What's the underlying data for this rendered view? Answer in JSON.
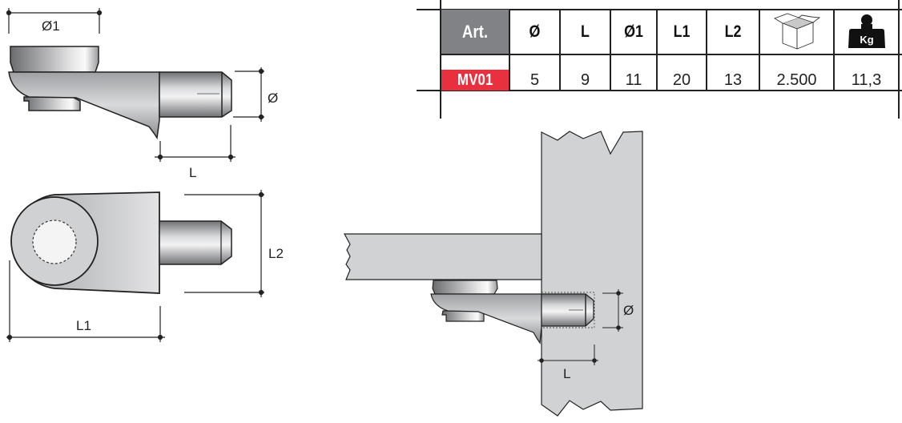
{
  "table": {
    "headers": [
      {
        "key": "art",
        "label": "Art."
      },
      {
        "key": "diameter",
        "label": "Ø"
      },
      {
        "key": "length",
        "label": "L"
      },
      {
        "key": "diameter1",
        "label": "Ø1"
      },
      {
        "key": "length1",
        "label": "L1"
      },
      {
        "key": "length2",
        "label": "L2"
      },
      {
        "key": "package",
        "label": "",
        "icon": "box-icon"
      },
      {
        "key": "weight",
        "label": "Kg",
        "icon": "weight-icon"
      }
    ],
    "rows": [
      {
        "art": "MV01",
        "diameter": "5",
        "length": "9",
        "diameter1": "11",
        "length1": "20",
        "length2": "13",
        "package": "2.500",
        "weight": "11,3"
      }
    ]
  },
  "colors": {
    "art_header_bg": "#818285",
    "art_value_bg": "#e8303f",
    "part_gray": "#bcbdbf",
    "board_gray": "#d1d2d4",
    "line": "#222222"
  },
  "side_view": {
    "dim_top": "Ø1",
    "dim_right": "Ø",
    "dim_bottom": "L"
  },
  "top_view": {
    "dim_right": "L2",
    "dim_bottom": "L1"
  },
  "assembly_view": {
    "dim_right": "Ø",
    "dim_bottom": "L"
  }
}
